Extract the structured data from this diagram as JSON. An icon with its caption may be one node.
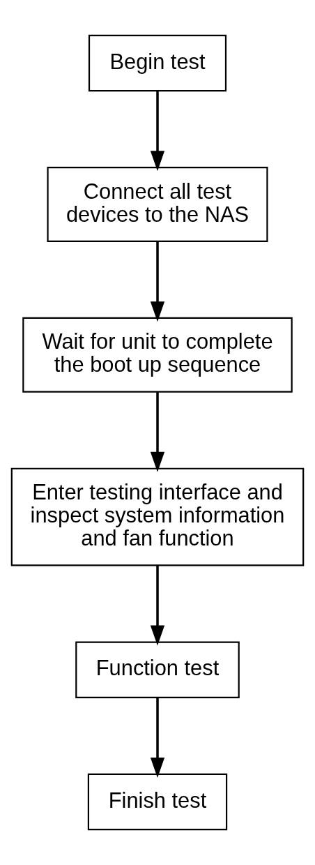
{
  "diagram": {
    "nodes": [
      {
        "text": [
          "Begin test"
        ]
      },
      {
        "text": [
          "Connect all test devices to the NAS"
        ]
      },
      {
        "text": [
          "Wait for unit to complete the boot up sequence"
        ]
      },
      {
        "text": [
          "Enter testing interface and inspect system information and fan function"
        ]
      },
      {
        "text": [
          "Function test"
        ]
      },
      {
        "text": [
          "Finish test"
        ]
      }
    ],
    "edges": [
      {
        "from": 0,
        "to": 1,
        "arrow": "to"
      },
      {
        "from": 1,
        "to": 2,
        "arrow": "to"
      },
      {
        "from": 2,
        "to": 3,
        "arrow": "to"
      },
      {
        "from": 3,
        "to": 4,
        "arrow": "to"
      },
      {
        "from": 4,
        "to": 5,
        "arrow": "to"
      }
    ]
  }
}
